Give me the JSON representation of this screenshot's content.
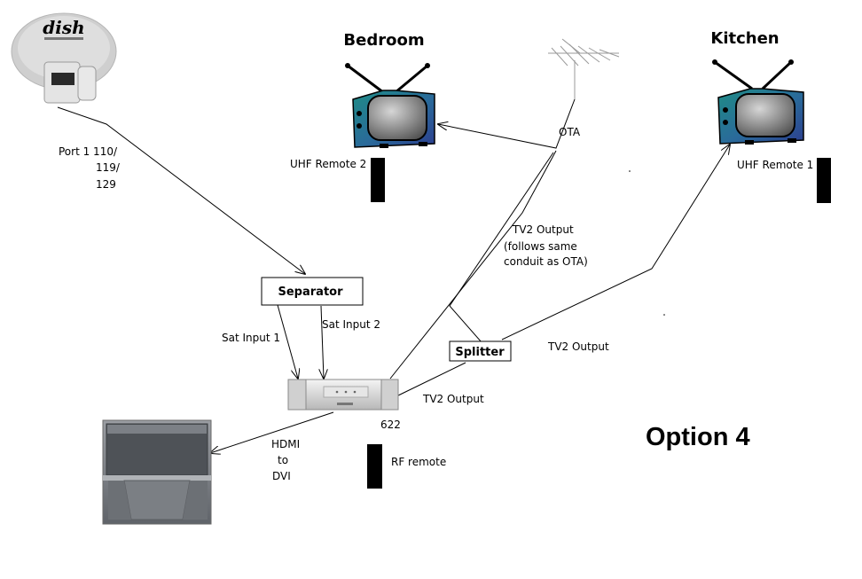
{
  "rooms": {
    "bedroom": "Bedroom",
    "kitchen": "Kitchen"
  },
  "devices": {
    "dish_logo": "dish",
    "separator": "Separator",
    "splitter": "Splitter",
    "receiver_model": "622"
  },
  "remotes": {
    "uhf2": "UHF Remote 2",
    "uhf1": "UHF Remote 1",
    "rf": "RF remote"
  },
  "connections": {
    "port1": [
      "Port 1  110/",
      "119/",
      "129"
    ],
    "ota": "OTA",
    "tv2_note": [
      "TV2 Output",
      "(follows same",
      "conduit as OTA)"
    ],
    "sat_input_1": "Sat Input 1",
    "sat_input_2": "Sat Input 2",
    "tv2_output_right": "TV2 Output",
    "tv2_output_receiver": "TV2 Output",
    "hdmi": [
      "HDMI",
      "to",
      "DVI"
    ]
  },
  "title": "Option 4"
}
